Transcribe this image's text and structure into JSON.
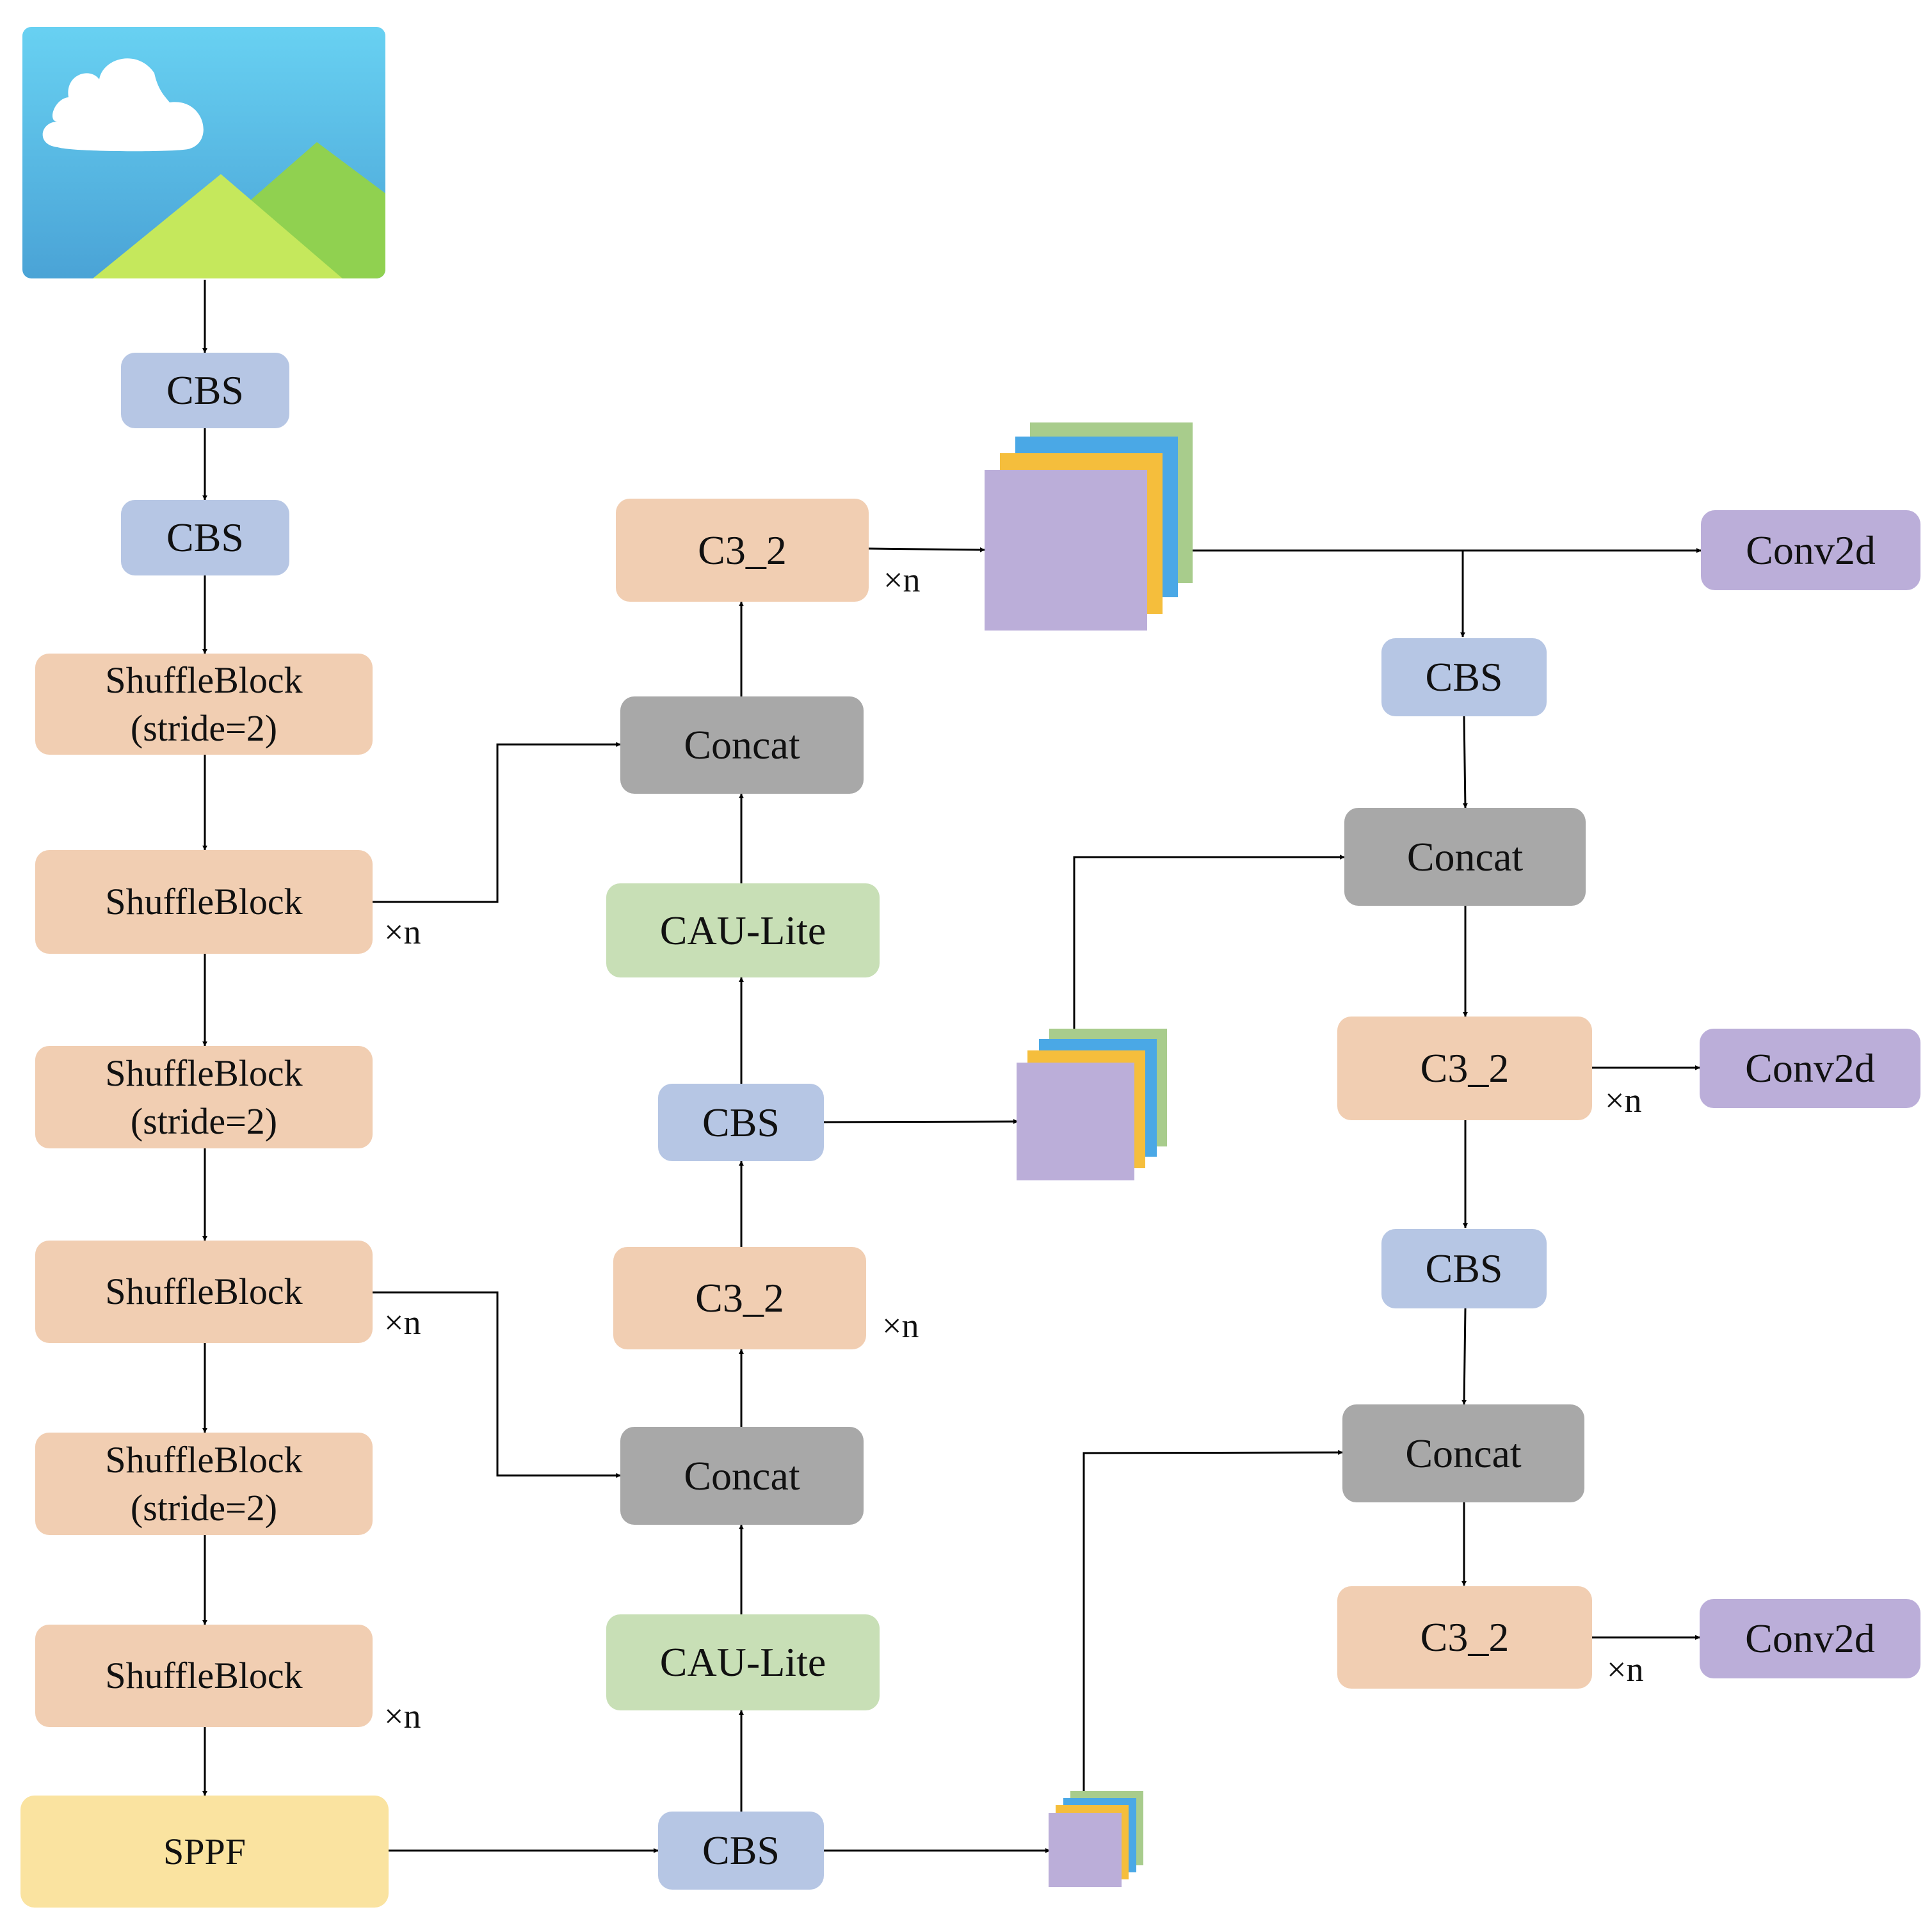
{
  "colors": {
    "cbs": "#b6c6e4",
    "shuffle_block": "#f1ceb2",
    "c3_2": "#f1ceb2",
    "concat": "#a8a8a8",
    "cau_lite": "#c8dfb6",
    "sppf": "#fae3a0",
    "conv2d": "#bbaed9",
    "feature_map_layers": [
      "#a8cc8c",
      "#4aa8e6",
      "#f5be3c",
      "#bbaed9"
    ]
  },
  "input_image": {
    "icon": "landscape-image-icon"
  },
  "backbone": {
    "cbs1": "CBS",
    "cbs2": "CBS",
    "shuffle1": {
      "line1": "ShuffleBlock",
      "line2": "(stride=2)"
    },
    "shuffle2": "ShuffleBlock",
    "shuffle3": {
      "line1": "ShuffleBlock",
      "line2": "(stride=2)"
    },
    "shuffle4": "ShuffleBlock",
    "shuffle5": {
      "line1": "ShuffleBlock",
      "line2": "(stride=2)"
    },
    "shuffle6": "ShuffleBlock",
    "sppf": "SPPF",
    "xn_shuffle2": "×n",
    "xn_shuffle4": "×n",
    "xn_shuffle6": "×n"
  },
  "neck": {
    "cbs_bottom": "CBS",
    "cau_lite_bottom": "CAU-Lite",
    "concat_lower": "Concat",
    "c3_2_middle": "C3_2",
    "xn_c3_2_middle": "×n",
    "cbs_middle": "CBS",
    "cau_lite_top": "CAU-Lite",
    "concat_upper": "Concat",
    "c3_2_top": "C3_2",
    "xn_c3_2_top": "×n"
  },
  "head": {
    "cbs1": "CBS",
    "concat1": "Concat",
    "c3_2_1": "C3_2",
    "xn_c3_2_1": "×n",
    "cbs2": "CBS",
    "concat2": "Concat",
    "c3_2_2": "C3_2",
    "xn_c3_2_2": "×n",
    "conv2d_1": "Conv2d",
    "conv2d_2": "Conv2d",
    "conv2d_3": "Conv2d"
  }
}
